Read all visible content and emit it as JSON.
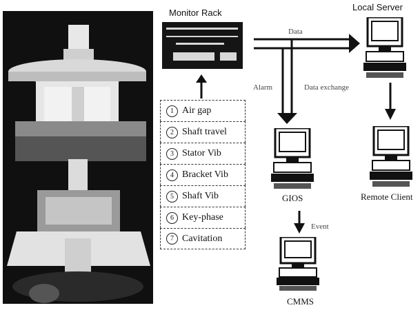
{
  "labels": {
    "monitor_rack": "Monitor Rack",
    "local_server": "Local Server",
    "data": "Data",
    "alarm": "Alarm",
    "data_exchange": "Data exchange",
    "gios": "GIOS",
    "remote_client": "Remote Client",
    "event": "Event",
    "cmms": "CMMS"
  },
  "sensors": [
    {
      "num": "1",
      "label": "Air gap"
    },
    {
      "num": "2",
      "label": "Shaft travel"
    },
    {
      "num": "3",
      "label": "Stator Vib"
    },
    {
      "num": "4",
      "label": "Bracket Vib"
    },
    {
      "num": "5",
      "label": "Shaft Vib"
    },
    {
      "num": "6",
      "label": "Key-phase"
    },
    {
      "num": "7",
      "label": "Cavitation"
    }
  ]
}
